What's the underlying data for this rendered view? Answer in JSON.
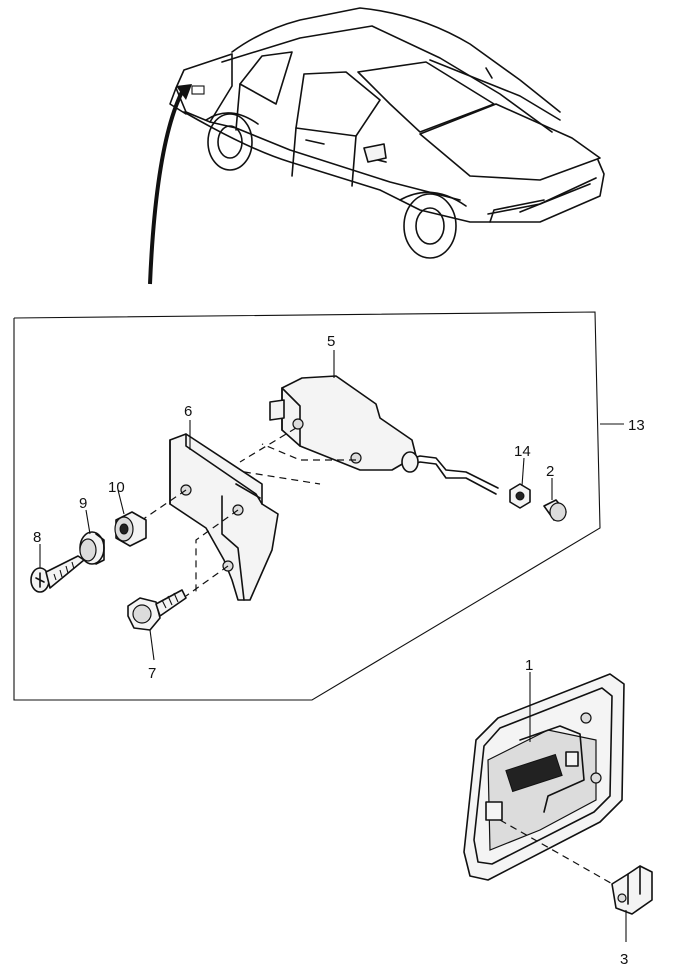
{
  "diagram": {
    "callouts": {
      "c1": "1",
      "c2": "2",
      "c3": "3",
      "c5": "5",
      "c6": "6",
      "c7": "7",
      "c8": "8",
      "c9": "9",
      "c10": "10",
      "c13": "13",
      "c14": "14"
    }
  }
}
